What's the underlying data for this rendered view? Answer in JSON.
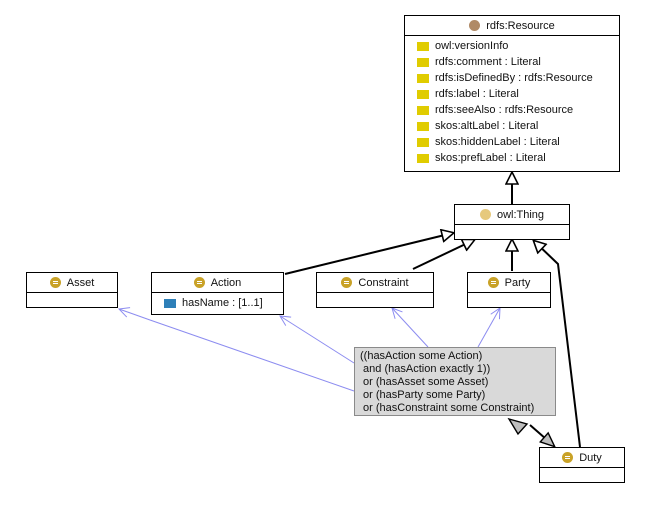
{
  "diagram": {
    "classes": {
      "resource": {
        "name": "rdfs:Resource",
        "icon": "resource-circle-icon",
        "attributes": [
          "owl:versionInfo",
          "rdfs:comment : Literal",
          "rdfs:isDefinedBy : rdfs:Resource",
          "rdfs:label : Literal",
          "rdfs:seeAlso : rdfs:Resource",
          "skos:altLabel : Literal",
          "skos:hiddenLabel : Literal",
          "skos:prefLabel : Literal"
        ]
      },
      "thing": {
        "name": "owl:Thing",
        "icon": "thing-circle-icon"
      },
      "asset": {
        "name": "Asset",
        "icon": "class-icon"
      },
      "action": {
        "name": "Action",
        "icon": "class-icon",
        "attributes": [
          "hasName : [1..1]"
        ]
      },
      "constraint": {
        "name": "Constraint",
        "icon": "class-icon"
      },
      "party": {
        "name": "Party",
        "icon": "class-icon"
      },
      "duty": {
        "name": "Duty",
        "icon": "class-icon"
      }
    },
    "expression": {
      "lines": [
        "((hasAction some Action)",
        " and (hasAction exactly 1))",
        " or (hasAsset some Asset)",
        " or (hasParty some Party)",
        " or (hasConstraint some Constraint)"
      ]
    },
    "relations": [
      {
        "from": "thing",
        "to": "resource",
        "type": "subclass"
      },
      {
        "from": "action",
        "to": "thing",
        "type": "subclass"
      },
      {
        "from": "constraint",
        "to": "thing",
        "type": "subclass"
      },
      {
        "from": "party",
        "to": "thing",
        "type": "subclass"
      },
      {
        "from": "duty",
        "to": "thing",
        "type": "subclass"
      },
      {
        "from": "expression",
        "to": "asset",
        "type": "reference"
      },
      {
        "from": "expression",
        "to": "action",
        "type": "reference"
      },
      {
        "from": "expression",
        "to": "constraint",
        "type": "reference"
      },
      {
        "from": "expression",
        "to": "party",
        "type": "reference"
      },
      {
        "from": "duty",
        "to": "expression",
        "type": "equivalent"
      }
    ],
    "colors": {
      "subclass_edge": "#000000",
      "reference_edge": "#8c8cf0",
      "expression_fill": "#d9d9d9",
      "class_icon": "#c9a227",
      "attribute_swatch": "#e0cc00",
      "object_property_swatch": "#2d7fb8"
    }
  }
}
